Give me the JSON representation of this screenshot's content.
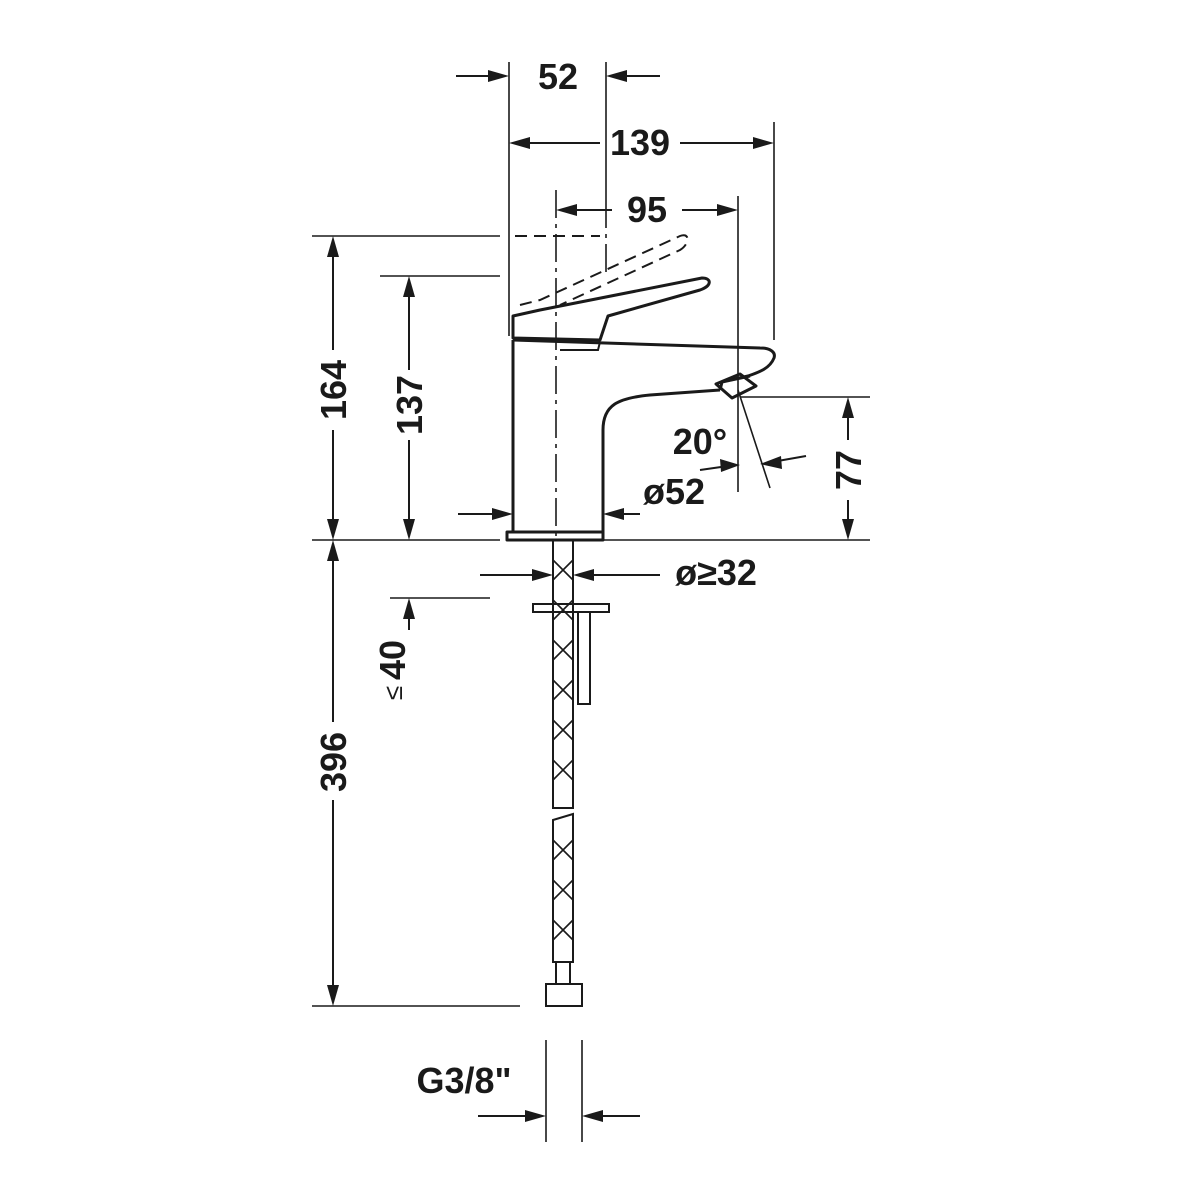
{
  "dimensions": {
    "top_width_1": "52",
    "top_width_2": "139",
    "spout_reach": "95",
    "total_height": "164",
    "body_height": "137",
    "spout_height": "77",
    "spout_angle": "20°",
    "body_diameter": "ø52",
    "hole_diameter": "ø≥32",
    "deck_thickness_value": "40",
    "deck_thickness_prefix": "≤",
    "hose_length": "396",
    "connection_thread": "G3/8\""
  },
  "colors": {
    "line": "#1a1a1a",
    "background": "#ffffff"
  }
}
